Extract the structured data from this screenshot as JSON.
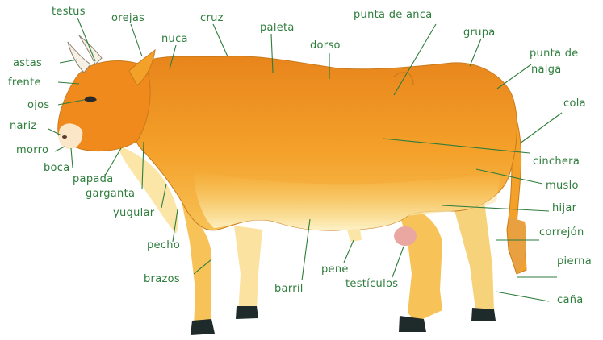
{
  "colors": {
    "label_text": "#2e7d3c",
    "leader_line": "#2e7d3c",
    "body_fill": "#f4a12a",
    "body_dark": "#e8851c",
    "belly_light": "#fdf2c8",
    "hoof": "#1f2a2a",
    "horn": "#f6f1e4",
    "udder_pink": "#eaa6a0"
  },
  "labels": {
    "testus": "testus",
    "orejas": "orejas",
    "cruz": "cruz",
    "paleta": "paleta",
    "punta_de_anca": "punta de anca",
    "grupa": "grupa",
    "punta_de_nalga_1": "punta de",
    "punta_de_nalga_2": "nalga",
    "astas": "astas",
    "nuca": "nuca",
    "dorso": "dorso",
    "frente": "frente",
    "ojos": "ojos",
    "nariz": "nariz",
    "morro": "morro",
    "boca": "boca",
    "papada": "papada",
    "garganta": "garganta",
    "yugular": "yugular",
    "pecho": "pecho",
    "brazos": "brazos",
    "barril": "barril",
    "pene": "pene",
    "testiculos": "testículos",
    "cola": "cola",
    "cinchera": "cinchera",
    "muslo": "muslo",
    "hijar": "hijar",
    "correjon": "correjón",
    "pierna": "pierna",
    "cana": "caña"
  }
}
